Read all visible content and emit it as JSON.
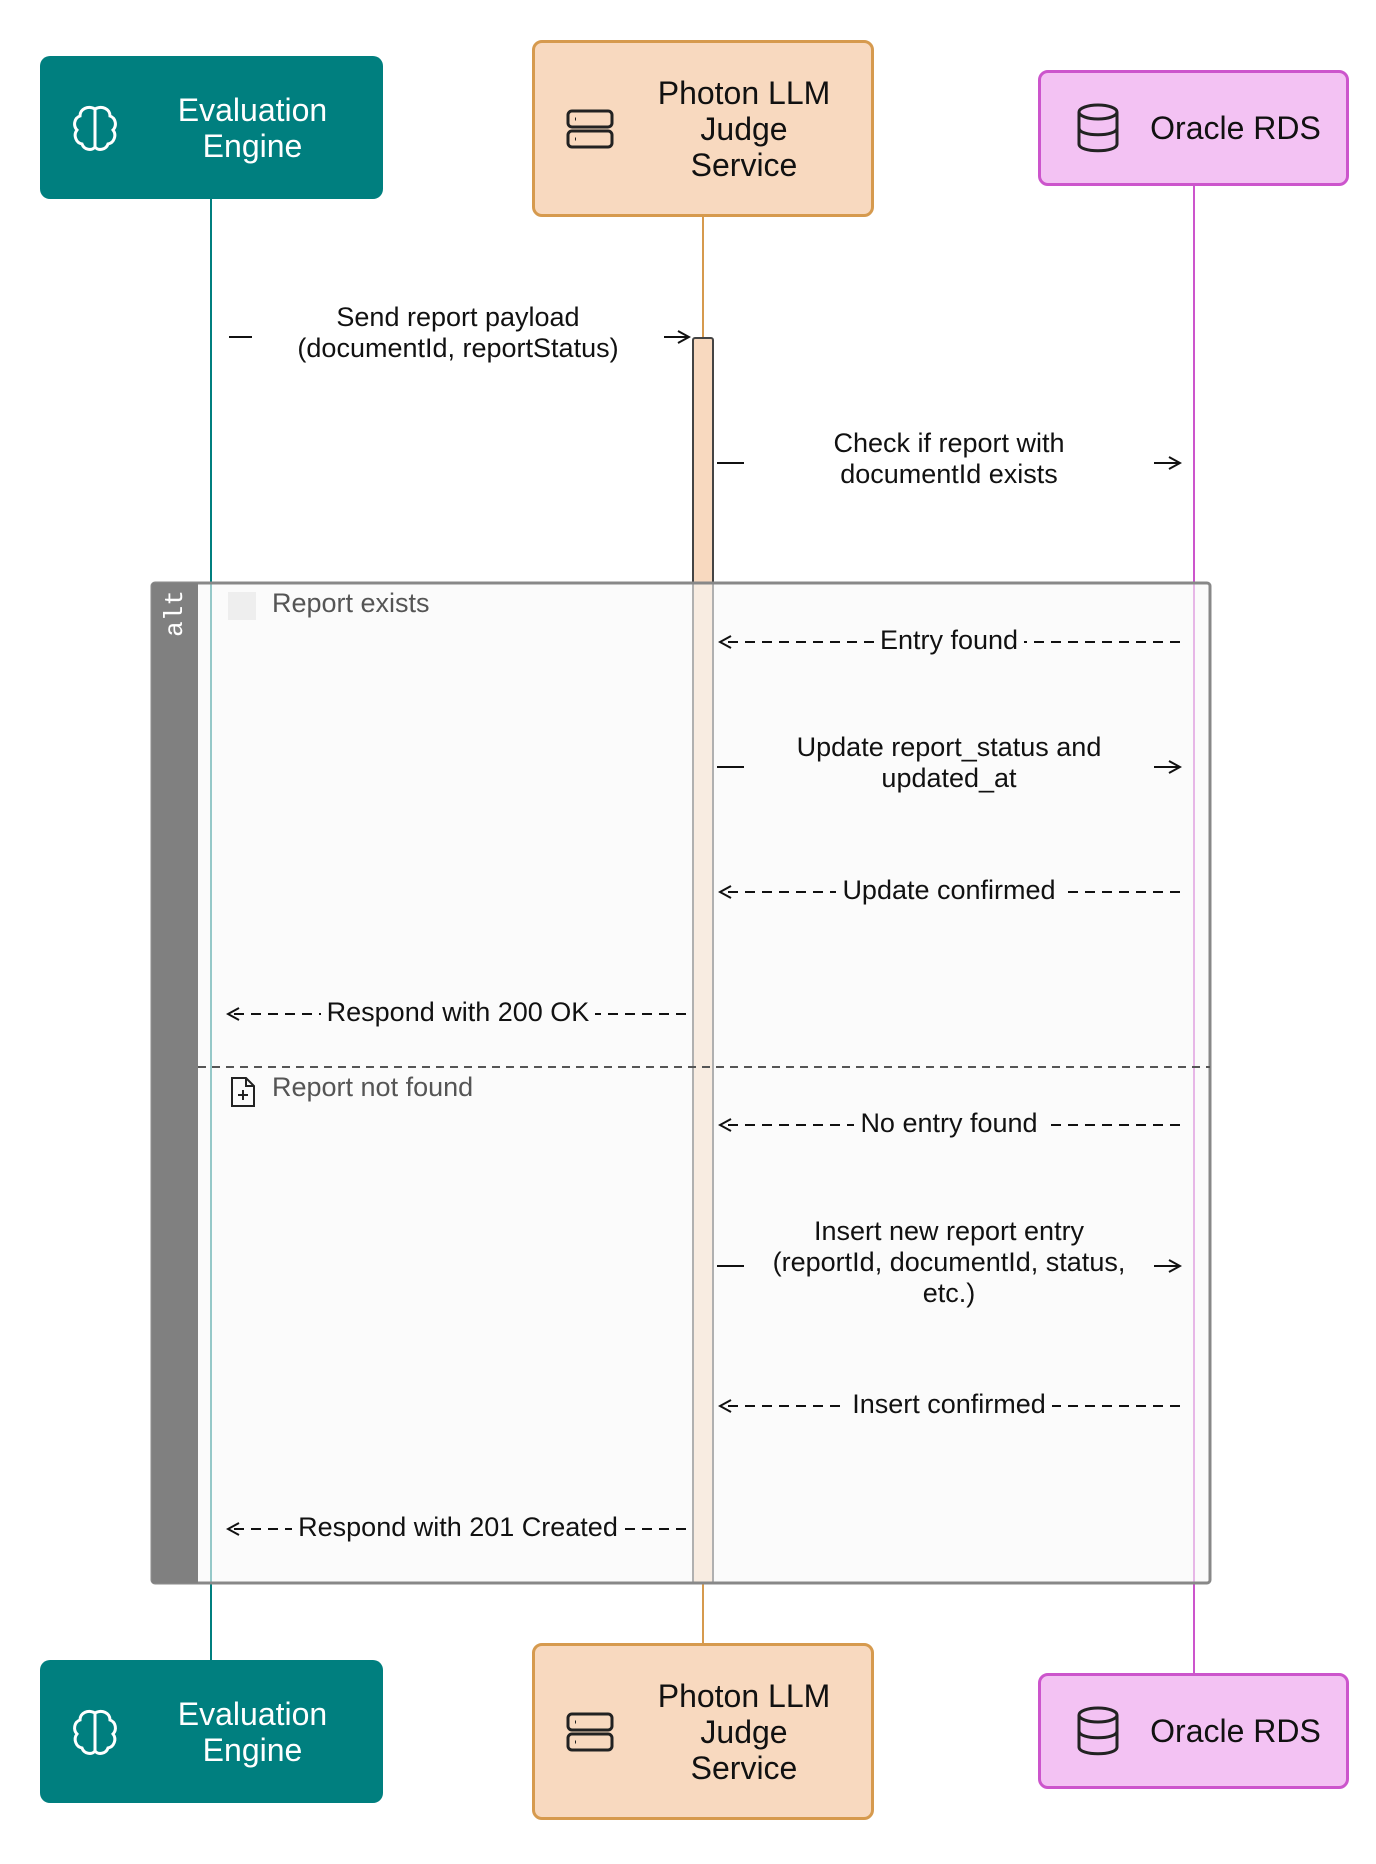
{
  "actors": [
    {
      "id": "eval",
      "label_lines": [
        "Evaluation",
        "Engine"
      ],
      "icon": "brain-icon",
      "color": "#007f7f"
    },
    {
      "id": "photon",
      "label_lines": [
        "Photon LLM",
        "Judge",
        "Service"
      ],
      "icon": "server-icon",
      "color": "#f8d9bf"
    },
    {
      "id": "oracle",
      "label_lines": [
        "Oracle RDS"
      ],
      "icon": "database-icon",
      "color": "#f3c2f3"
    }
  ],
  "messages": [
    {
      "lines": [
        "Send report payload",
        "(documentId, reportStatus)"
      ]
    },
    {
      "lines": [
        "Check if report with",
        "documentId exists"
      ]
    },
    {
      "lines": [
        "Entry found"
      ]
    },
    {
      "lines": [
        "Update report_status and",
        "updated_at"
      ]
    },
    {
      "lines": [
        "Update confirmed"
      ]
    },
    {
      "lines": [
        "Respond with 200 OK"
      ]
    },
    {
      "lines": [
        "No entry found"
      ]
    },
    {
      "lines": [
        "Insert new report entry",
        "(reportId, documentId, status,",
        "etc.)"
      ]
    },
    {
      "lines": [
        "Insert confirmed"
      ]
    },
    {
      "lines": [
        "Respond with 201 Created"
      ]
    }
  ],
  "alt_block": {
    "tag": "alt",
    "sections": [
      "Report exists",
      "Report not found"
    ]
  }
}
